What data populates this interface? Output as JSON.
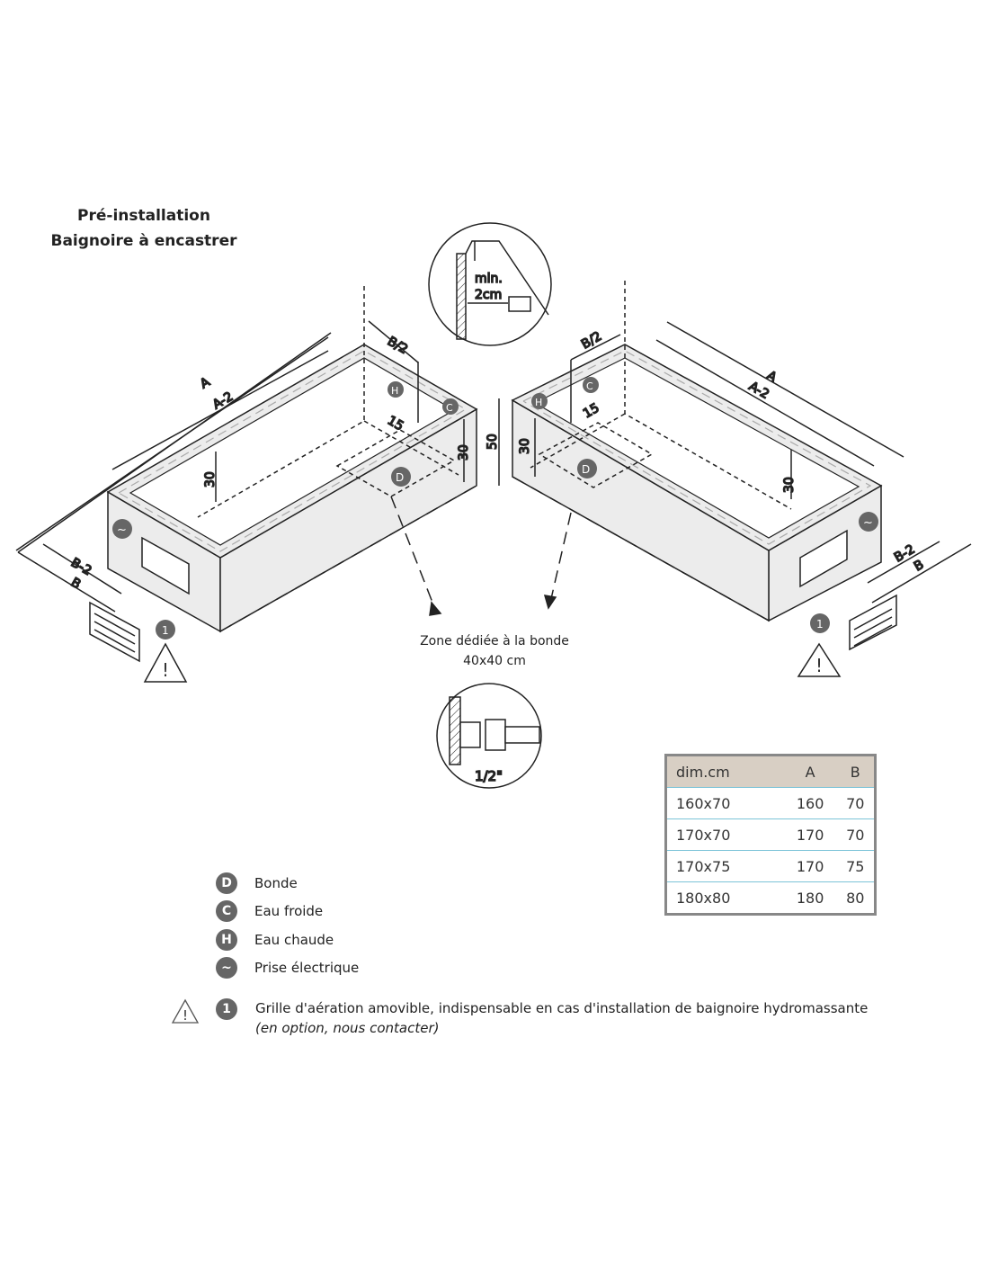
{
  "title": {
    "line1": "Pré-installation",
    "line2": "Baignoire à encastrer"
  },
  "dims": {
    "A": "A",
    "A2": "A-2",
    "B": "B",
    "B2": "B-2",
    "B_half": "B/2",
    "h30": "30",
    "h50": "50",
    "d15": "15"
  },
  "markers": {
    "H": "H",
    "C": "C",
    "D": "D",
    "one": "1"
  },
  "detail_top": {
    "label1": "min.",
    "label2": "2cm"
  },
  "detail_bottom": {
    "label": "1/2\""
  },
  "zone": {
    "line1": "Zone dédiée à la bonde",
    "line2": "40x40 cm"
  },
  "table": {
    "headers": [
      "dim.cm",
      "A",
      "B"
    ],
    "rows": [
      [
        "160x70",
        "160",
        "70"
      ],
      [
        "170x70",
        "170",
        "70"
      ],
      [
        "170x75",
        "170",
        "75"
      ],
      [
        "180x80",
        "180",
        "80"
      ]
    ]
  },
  "legend": [
    {
      "icon": "D",
      "label": "Bonde"
    },
    {
      "icon": "C",
      "label": "Eau froide"
    },
    {
      "icon": "H",
      "label": "Eau chaude"
    },
    {
      "icon": "~",
      "label": "Prise électrique"
    }
  ],
  "note": {
    "icon": "1",
    "text": "Grille d'aération amovible, indispensable en cas d'installation de baignoire hydromassante",
    "sub": "(en option, nous contacter)"
  },
  "colors": {
    "panel": "#ececec",
    "marker": "#666666",
    "table_header": "#d8cfc4",
    "table_rule": "#7cc4d8"
  }
}
